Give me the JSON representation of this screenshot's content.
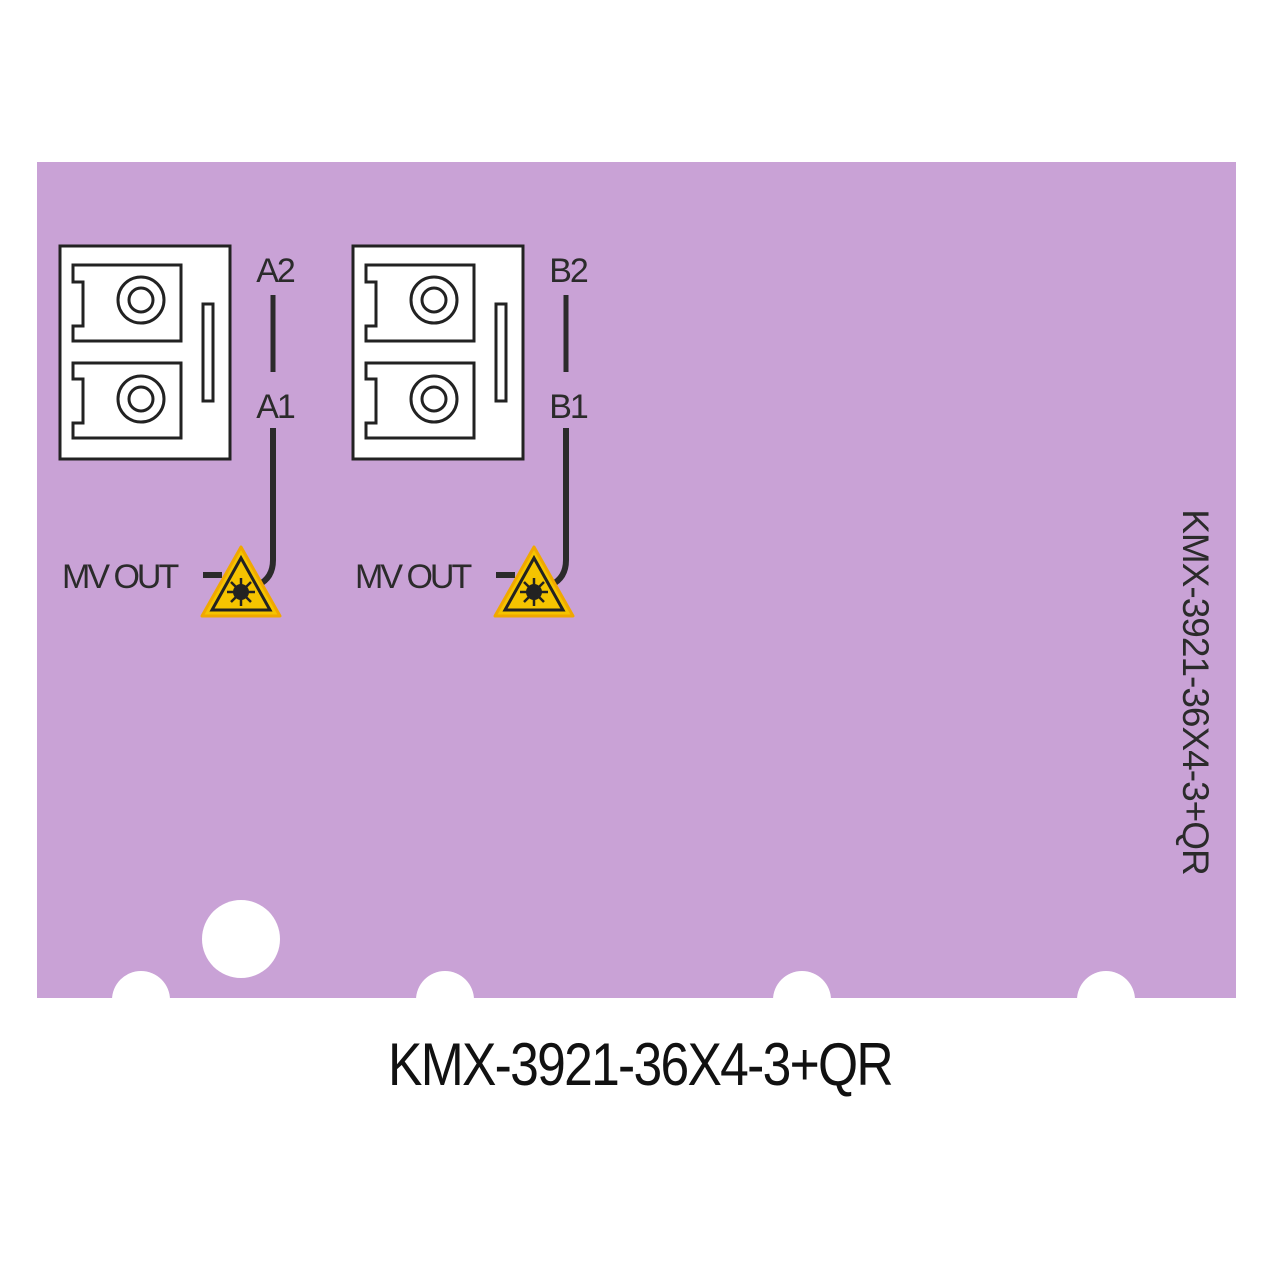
{
  "colors": {
    "panel": "#c9a2d6",
    "line": "#2b2b2b",
    "warning": "#f5c400"
  },
  "modules": [
    {
      "top_label": "A2",
      "bottom_label": "A1",
      "output_label": "MV OUT"
    },
    {
      "top_label": "B2",
      "bottom_label": "B1",
      "output_label": "MV OUT"
    }
  ],
  "side_label": "KMX-3921-36X4-3+QR",
  "model_label": "KMX-3921-36X4-3+QR",
  "icons": [
    "lc-duplex-connector-icon",
    "laser-warning-icon"
  ]
}
